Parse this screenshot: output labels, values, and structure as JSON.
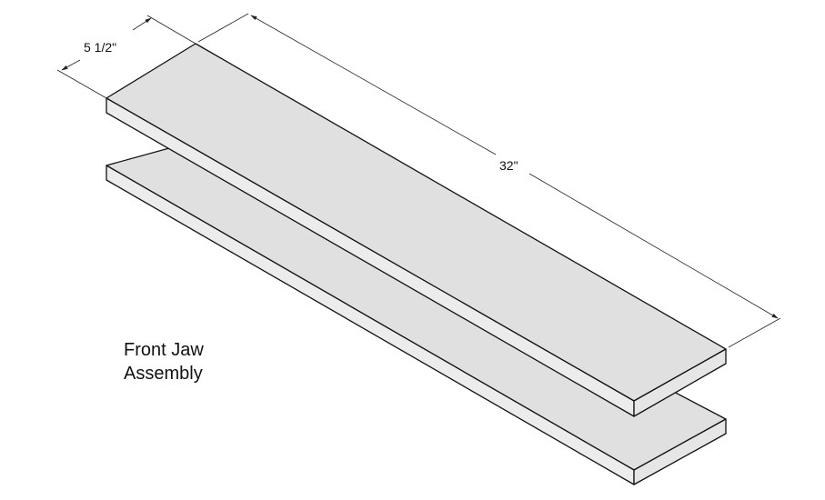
{
  "dimensions": {
    "width_label": "5 1/2\"",
    "length_label": "32\""
  },
  "caption": {
    "line1": "Front Jaw",
    "line2": "Assembly"
  },
  "colors": {
    "board_top": "#e0e0e0",
    "board_edge": "#ececec",
    "outline": "#111111",
    "dimension_line": "#222222"
  }
}
